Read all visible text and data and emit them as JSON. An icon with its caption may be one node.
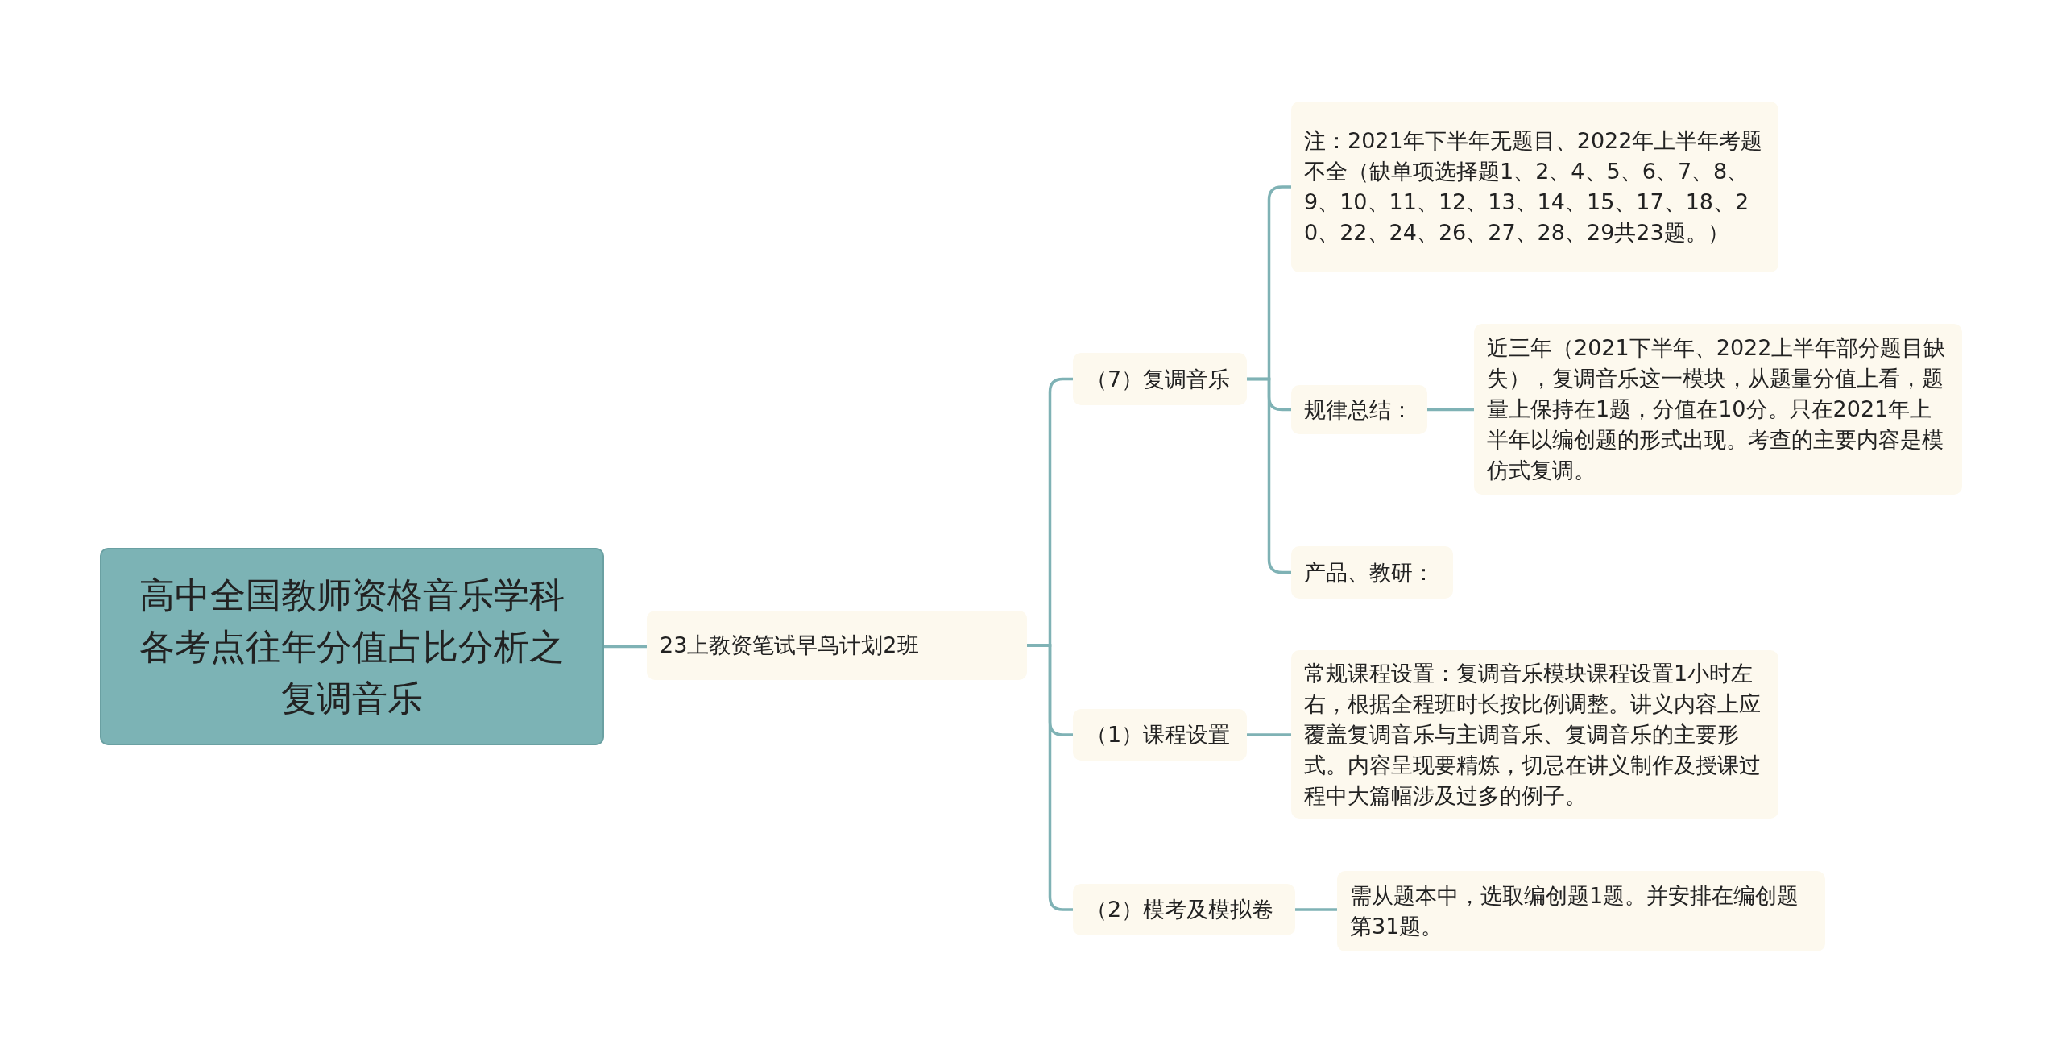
{
  "diagram": {
    "nodes": [
      {
        "text": [
          "高中全国教师资格音乐学科各考点往年分值占比分析之复调音乐"
        ]
      },
      {
        "text": [
          "23上教资笔试早鸟计划2班"
        ]
      },
      {
        "text": [
          "（7）复调音乐"
        ]
      },
      {
        "text": [
          "注：2021年下半年无题目、2022年上半年考题不全（缺单项选择题1、2、4、5、6、7、8、9、10、11、12、13、14、15、17、18、20、22、24、26、27、28、29共23题。）"
        ]
      },
      {
        "text": [
          "规律总结："
        ]
      },
      {
        "text": [
          "近三年（2021下半年、2022上半年部分题目缺失），复调音乐这一模块，从题量分值上看，题量上保持在1题，分值在10分。只在2021年上半年以编创题的形式出现。考查的主要内容是模仿式复调。"
        ]
      },
      {
        "text": [
          "产品、教研："
        ]
      },
      {
        "text": [
          "（1）课程设置"
        ]
      },
      {
        "text": [
          "常规课程设置：复调音乐模块课程设置1小时左右，根据全程班时长按比例调整。讲义内容上应覆盖复调音乐与主调音乐、复调音乐的主要形式。内容呈现要精炼，切忌在讲义制作及授课过程中大篇幅涉及过多的例子。"
        ]
      },
      {
        "text": [
          "（2）模考及模拟卷"
        ]
      },
      {
        "text": [
          "需从题本中，选取编创题1题。并安排在编创题第31题。"
        ]
      }
    ],
    "edges": [
      {
        "from": 0,
        "to": 1,
        "arrow": "none"
      },
      {
        "from": 1,
        "to": 2,
        "arrow": "none"
      },
      {
        "from": 1,
        "to": 7,
        "arrow": "none"
      },
      {
        "from": 1,
        "to": 9,
        "arrow": "none"
      },
      {
        "from": 2,
        "to": 3,
        "arrow": "none"
      },
      {
        "from": 2,
        "to": 4,
        "arrow": "none"
      },
      {
        "from": 2,
        "to": 6,
        "arrow": "none"
      },
      {
        "from": 4,
        "to": 5,
        "arrow": "none"
      },
      {
        "from": 7,
        "to": 8,
        "arrow": "none"
      },
      {
        "from": 9,
        "to": 10,
        "arrow": "none"
      }
    ]
  }
}
